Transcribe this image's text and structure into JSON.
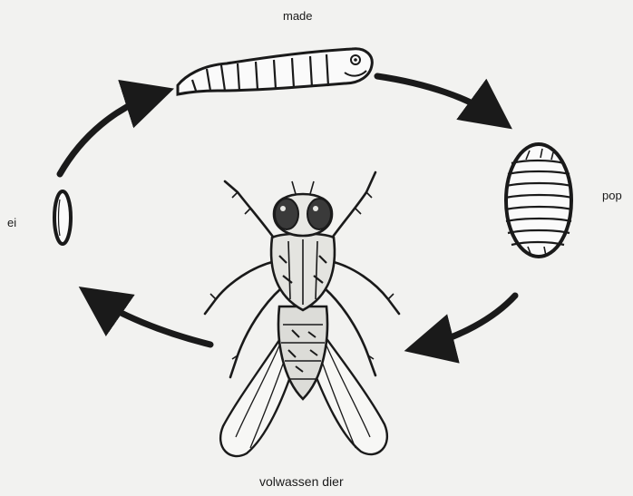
{
  "diagram": {
    "stages": {
      "larva": "made",
      "egg": "ei",
      "pupa": "pop",
      "adult": "volwassen dier"
    }
  }
}
